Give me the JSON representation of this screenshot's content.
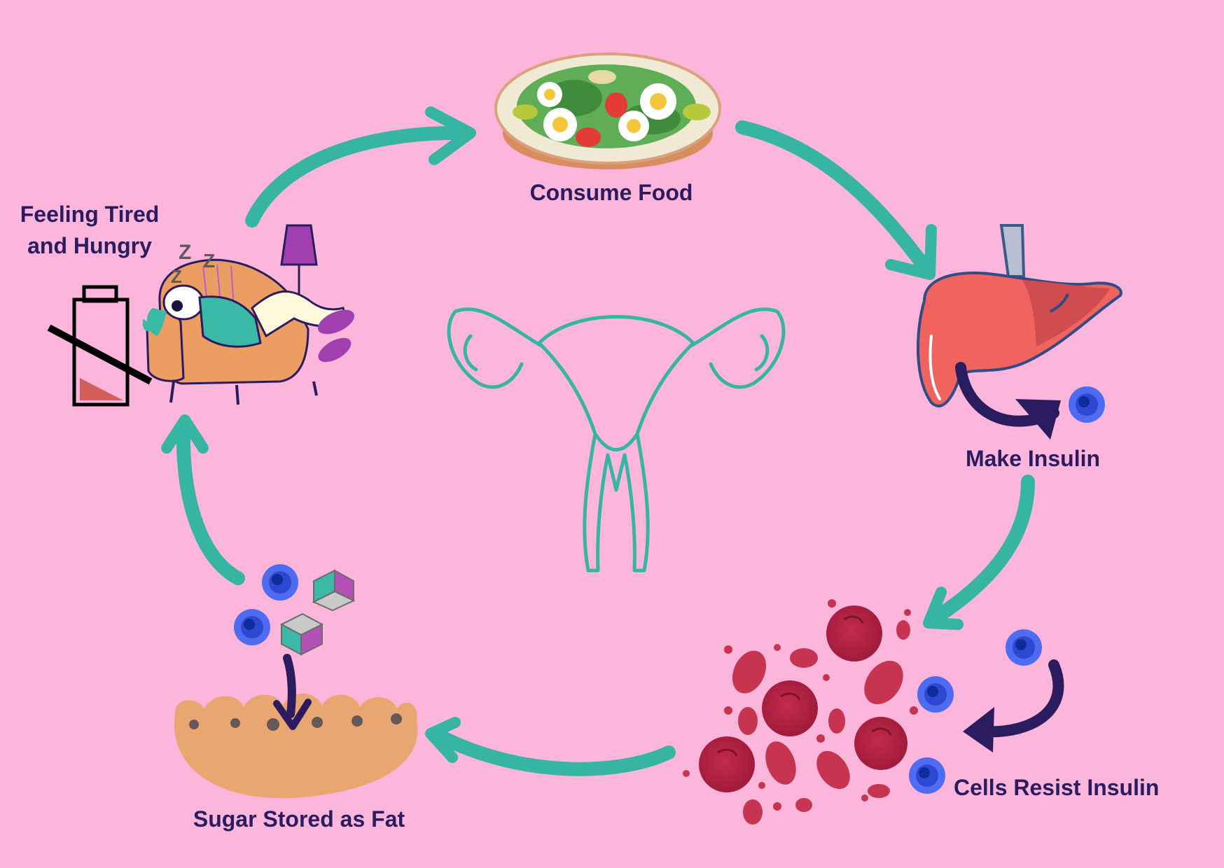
{
  "steps": {
    "consume_food": "Consume Food",
    "make_insulin": "Make Insulin",
    "cells_resist_insulin": "Cells Resist Insulin",
    "sugar_stored_as_fat": "Sugar Stored as Fat",
    "feeling_tired_line1": "Feeling Tired",
    "feeling_tired_line2": "and Hungry"
  },
  "sleep_letters": [
    "Z",
    "Z",
    "Z"
  ],
  "colors": {
    "background": "#fcb6dc",
    "cycle_arrow": "#35b5a2",
    "text": "#2a1c5e",
    "uterus_outline": "#35b5a2",
    "liver": "#f0635f",
    "blood_cell": "#b3203f",
    "insulin_dot": "#4d6cf2",
    "fat_tissue": "#eaa670"
  },
  "icons": [
    "salad-bowl-icon",
    "liver-icon",
    "blood-cells-icon",
    "fat-tissue-icon",
    "sleeping-person-icon",
    "low-battery-icon",
    "uterus-icon",
    "insulin-dot-icon",
    "sugar-cube-icon"
  ]
}
